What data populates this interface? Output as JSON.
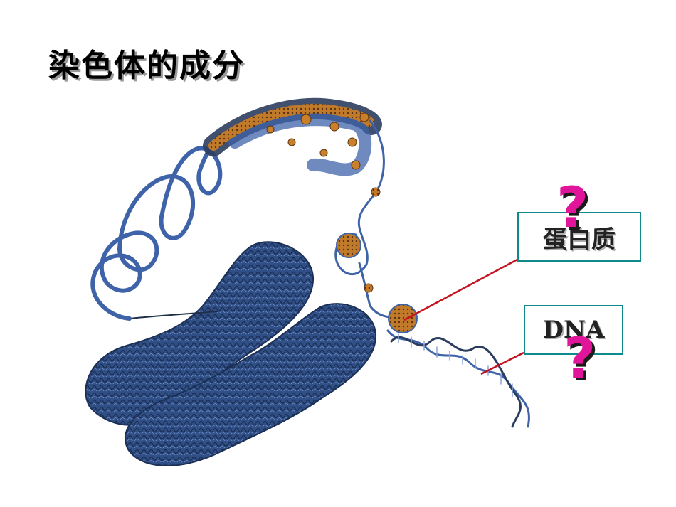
{
  "slide": {
    "title": "染色体的成分"
  },
  "labels": {
    "protein": "蛋白质",
    "dna": "DNA"
  },
  "question_mark": "?",
  "colors": {
    "chromatin_blue": "#3f63a8",
    "chromosome_blue": "#2f4f86",
    "histone_orange": "#c8802b",
    "pointer_red": "#c4121f",
    "box_border": "#0f8a8a",
    "question_magenta": "#e0159a"
  }
}
